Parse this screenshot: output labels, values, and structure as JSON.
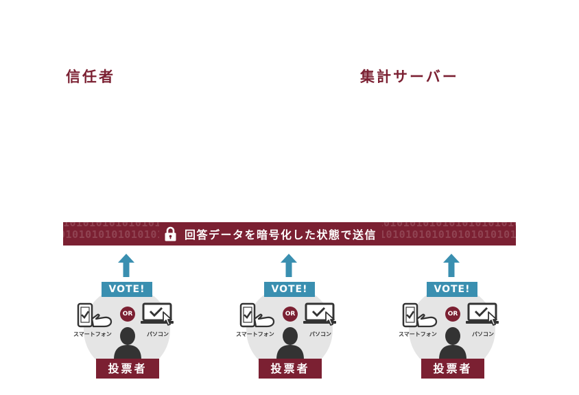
{
  "labels": {
    "trustee": "信任者",
    "aggregation_server": "集計サーバー"
  },
  "banner": {
    "text": "回答データを暗号化した状態で送信",
    "binary_row_1": "10101010101010101010101010101010101010101010101010101010101010101010101010101010",
    "binary_row_2": "01010101010101010101010101010101010101010101010101010101010101010101010101010101",
    "icon": "lock-icon"
  },
  "voters": [
    {
      "vote": "VOTE!",
      "or": "OR",
      "phone_label": "スマートフォン",
      "pc_label": "パソコン",
      "voter": "投票者"
    },
    {
      "vote": "VOTE!",
      "or": "OR",
      "phone_label": "スマートフォン",
      "pc_label": "パソコン",
      "voter": "投票者"
    },
    {
      "vote": "VOTE!",
      "or": "OR",
      "phone_label": "スマートフォン",
      "pc_label": "パソコン",
      "voter": "投票者"
    }
  ],
  "colors": {
    "accent": "#7b2032",
    "vote_blue": "#3a8fb0",
    "circle_gray": "#e5e5e5",
    "icon_dark": "#333333"
  }
}
